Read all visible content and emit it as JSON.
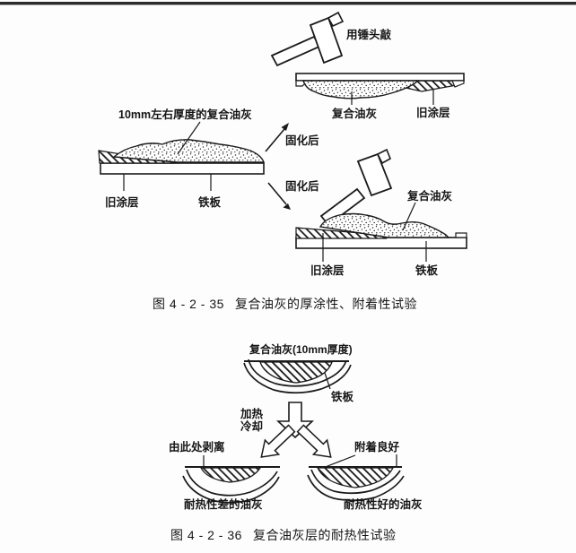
{
  "page": {
    "paper_color": "#fdfdfd",
    "ink_color": "#1a1a1a",
    "top_rule_color": "#2b2b2b"
  },
  "figure_35": {
    "caption_number": "图 4 - 2 - 35",
    "caption_title": "复合油灰的厚涂性、附着性试验",
    "labels": {
      "tap_with_hammer": "用锤头敲",
      "putty_thickness": "10mm左右厚度的复合油灰",
      "composite_putty_flipped": "复合油灰",
      "old_coating_flipped": "旧涂层",
      "after_curing_upper": "固化后",
      "after_curing_lower": "固化后",
      "old_coating_before": "旧涂层",
      "iron_plate_before": "铁板",
      "composite_putty_after": "复合油灰",
      "old_coating_after": "旧涂层",
      "iron_plate_after": "铁板"
    }
  },
  "figure_36": {
    "caption_number": "图 4 - 2 - 36",
    "caption_title": "复合油灰层的耐热性试验",
    "labels": {
      "putty_10mm": "复合油灰(10mm厚度)",
      "iron_plate": "铁板",
      "heating": "加热",
      "cooling": "冷却",
      "peels_off_here": "由此处剥离",
      "good_adhesion": "附着良好",
      "poor_heat_resistance_putty": "耐热性差的油灰",
      "good_heat_resistance_putty": "耐热性好的油灰"
    }
  }
}
